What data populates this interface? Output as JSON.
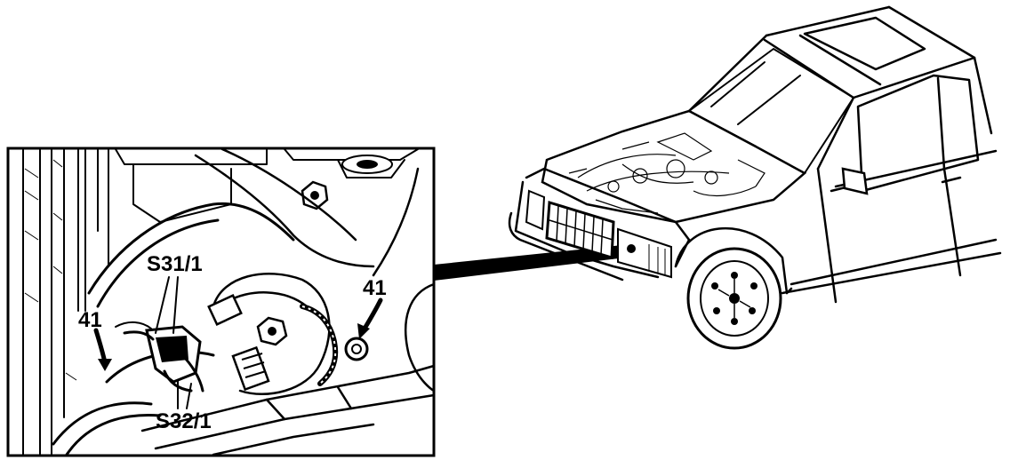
{
  "diagram": {
    "labels": {
      "sensor_upper": "S31/1",
      "sensor_lower": "S32/1",
      "ref_left": "41",
      "ref_right": "41"
    },
    "colors": {
      "ink": "#000000",
      "paper": "#ffffff"
    }
  }
}
